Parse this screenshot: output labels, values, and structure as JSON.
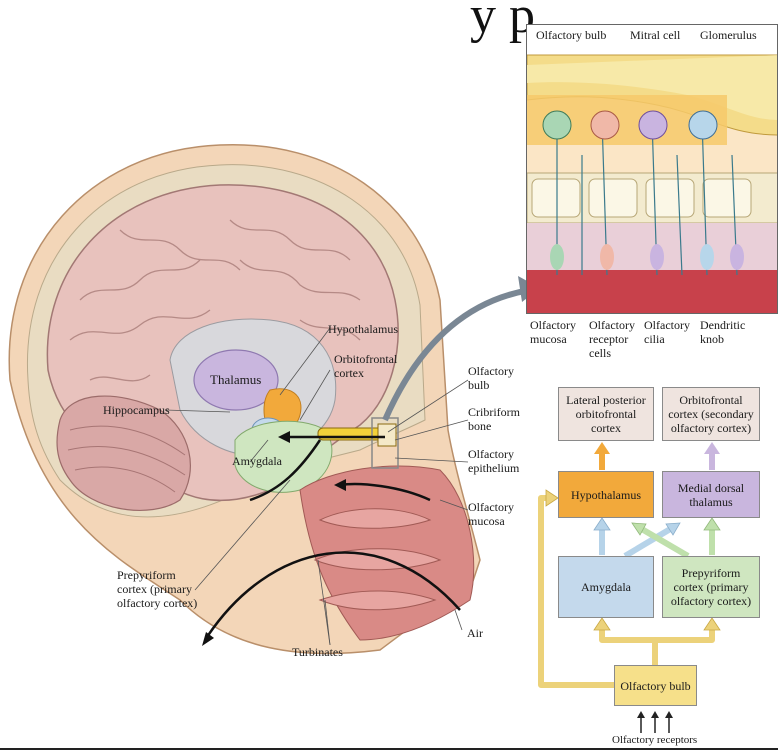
{
  "title_fragment": "y p",
  "inset": {
    "top_labels": [
      "Olfactory bulb",
      "Mitral cell",
      "Glomerulus"
    ],
    "bottom_labels": [
      "Olfactory\nmucosa",
      "Olfactory\nreceptor\ncells",
      "Olfactory\ncilia",
      "Dendritic\nknob"
    ]
  },
  "brain": {
    "labels": {
      "hypothalamus": "Hypothalamus",
      "thalamus": "Thalamus",
      "orbitofrontal": "Orbitofrontal\ncortex",
      "hippocampus": "Hippocampus",
      "amygdala": "Amygdala",
      "olfactory_bulb": "Olfactory\nbulb",
      "cribriform": "Cribriform\nbone",
      "epithelium": "Olfactory\nepithelium",
      "mucosa": "Olfactory\nmucosa",
      "prepyriform": "Prepyriform\ncortex (primary\nolfactory cortex)",
      "turbinates": "Turbinates",
      "air": "Air"
    }
  },
  "flowchart": {
    "lateral_posterior": "Lateral posterior\norbitofrontal\ncortex",
    "orbitofrontal_secondary": "Orbitofrontal\ncortex (secondary\nolfactory cortex)",
    "hypothalamus": "Hypothalamus",
    "medial_dorsal": "Medial dorsal\nthalamus",
    "amygdala": "Amygdala",
    "prepyriform": "Prepyriform\ncortex (primary\nolfactory cortex)",
    "olfactory_bulb": "Olfactory bulb",
    "receptors": "Olfactory receptors"
  },
  "colors": {
    "hypothalamus": "#f2a93b",
    "thalamus": "#c9b6de",
    "amygdala": "#c4d9ec",
    "prepyriform": "#cfe6c0",
    "olfactory_bulb": "#f6e08a",
    "neutral_box": "#efe4df"
  }
}
